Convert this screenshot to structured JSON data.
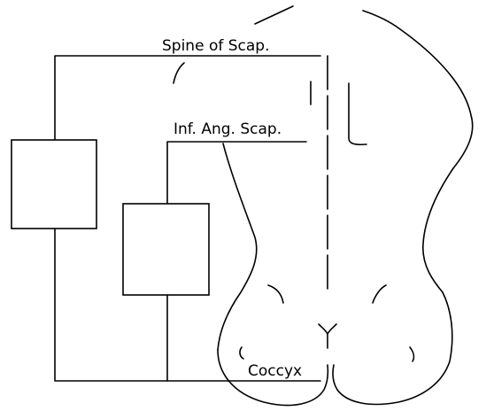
{
  "labels": {
    "spine_of_scapula": "Spine of Scap.",
    "inferior_angle_scapula": "Inf. Ang. Scap.",
    "coccyx": "Coccyx"
  },
  "colors": {
    "line": "#000000",
    "background": "#ffffff"
  }
}
